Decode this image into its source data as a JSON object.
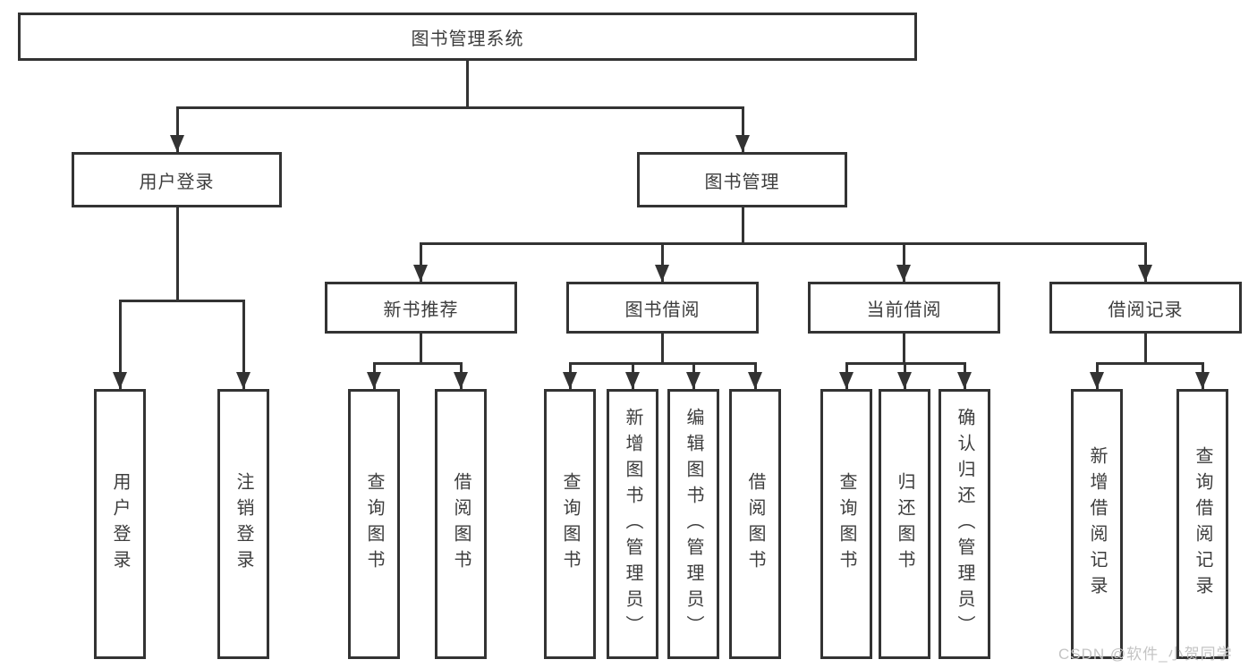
{
  "diagram": {
    "root": {
      "label": "图书管理系统"
    },
    "branches": [
      {
        "label": "用户登录",
        "children": [
          {
            "label": "用户登录"
          },
          {
            "label": "注销登录"
          }
        ]
      },
      {
        "label": "图书管理",
        "children": [
          {
            "label": "新书推荐",
            "children": [
              {
                "label": "查询图书"
              },
              {
                "label": "借阅图书"
              }
            ]
          },
          {
            "label": "图书借阅",
            "children": [
              {
                "label": "查询图书"
              },
              {
                "label": "新增图书（管理员）"
              },
              {
                "label": "编辑图书（管理员）"
              },
              {
                "label": "借阅图书"
              }
            ]
          },
          {
            "label": "当前借阅",
            "children": [
              {
                "label": "查询图书"
              },
              {
                "label": "归还图书"
              },
              {
                "label": "确认归还（管理员）"
              }
            ]
          },
          {
            "label": "借阅记录",
            "children": [
              {
                "label": "新增借阅记录"
              },
              {
                "label": "查询借阅记录"
              }
            ]
          }
        ]
      }
    ]
  },
  "watermark": {
    "text": "CSDN @软件_小贺同学"
  },
  "colors": {
    "line": "#333333",
    "text": "#3d3d3d",
    "background": "#ffffff",
    "watermark": "#c4c4c4"
  }
}
